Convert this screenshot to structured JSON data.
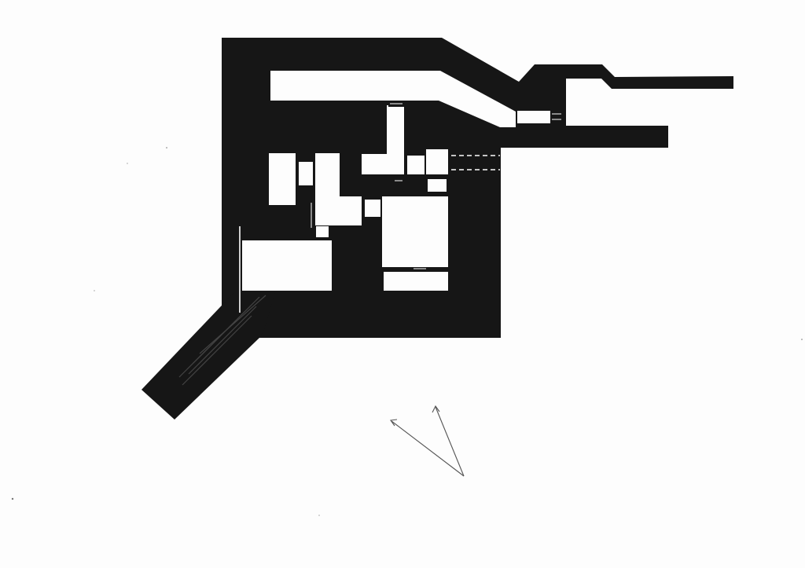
{
  "plan": {
    "rooms": [
      "room",
      "room",
      "room",
      "room",
      "room",
      "room",
      "room",
      "room",
      "room",
      "room",
      "room",
      "room",
      "room",
      "room",
      "room",
      "room"
    ],
    "north_arrows": [
      "arrow",
      "arrow"
    ]
  },
  "colors": {
    "paper": "#fdfdfd",
    "structure": "#161616",
    "void": "#fdfdfd",
    "detail": "#444444",
    "arrow": "#555555"
  }
}
